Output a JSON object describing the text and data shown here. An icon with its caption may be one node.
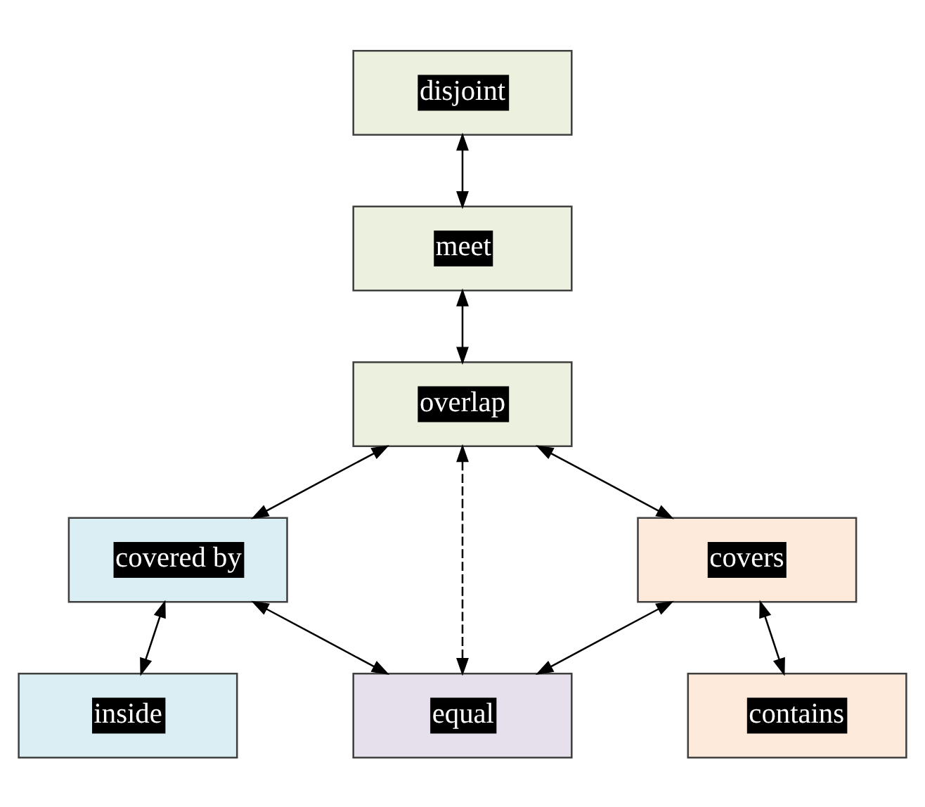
{
  "diagram": {
    "nodes": [
      {
        "text": [
          "disjoint"
        ]
      },
      {
        "text": [
          "meet"
        ]
      },
      {
        "text": [
          "overlap"
        ]
      },
      {
        "text": [
          "covered by"
        ]
      },
      {
        "text": [
          "covers"
        ]
      },
      {
        "text": [
          "inside"
        ]
      },
      {
        "text": [
          "equal"
        ]
      },
      {
        "text": [
          "contains"
        ]
      }
    ],
    "edges": [
      {
        "from": 0,
        "to": 1,
        "arrow": "both"
      },
      {
        "from": 1,
        "to": 2,
        "arrow": "both"
      },
      {
        "from": 2,
        "to": 3,
        "arrow": "both"
      },
      {
        "from": 2,
        "to": 4,
        "arrow": "both"
      },
      {
        "from": 2,
        "to": 6,
        "arrow": "both",
        "style": "dashed"
      },
      {
        "from": 3,
        "to": 5,
        "arrow": "both"
      },
      {
        "from": 3,
        "to": 6,
        "arrow": "both"
      },
      {
        "from": 4,
        "to": 6,
        "arrow": "both"
      },
      {
        "from": 4,
        "to": 7,
        "arrow": "both"
      }
    ]
  }
}
